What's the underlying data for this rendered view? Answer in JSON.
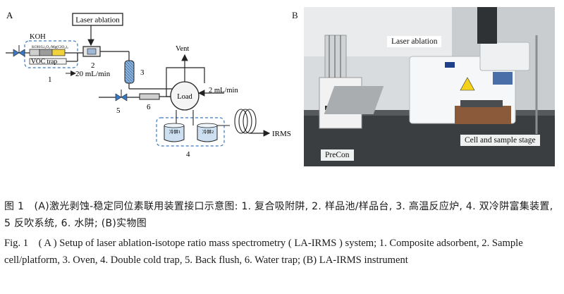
{
  "panel_a": {
    "letter": "A",
    "laser_box": "Laser ablation",
    "koh": "KOH",
    "trap_cartridge": "KOH/Li₂O₂/Mg(ClO₄)₂",
    "voc_trap": "VOC trap",
    "flow_he": "20 mL/min",
    "vent": "Vent",
    "load": "Load",
    "flow_valve": "2 mL/min",
    "cold_trap_1": "冷阱1",
    "cold_trap_2": "冷阱2",
    "irms": "IRMS",
    "n1": "1",
    "n2": "2",
    "n3": "3",
    "n4": "4",
    "n5": "5",
    "n6": "6"
  },
  "panel_b": {
    "letter": "B",
    "label_laser": "Laser ablation",
    "label_precon": "PreCon",
    "label_cell": "Cell and sample stage"
  },
  "caption": {
    "cn": "图 1　(A)激光剥蚀-稳定同位素联用装置接口示意图: 1. 复合吸附阱, 2. 样品池/样品台, 3. 高温反应炉, 4. 双冷阱富集装置, 5 反吹系统, 6. 水阱; (B)实物图",
    "en": "Fig. 1　( A ) Setup of laser ablation-isotope ratio mass spectrometry ( LA-IRMS ) system; 1. Composite adsorbent, 2. Sample cell/platform, 3. Oven, 4. Double cold trap, 5. Back flush, 6. Water trap; (B) LA-IRMS instrument"
  },
  "colors": {
    "dashed_box": "#3a78c2",
    "cartridge_yellow": "#f2d23a",
    "oven": "#7ea6cf"
  }
}
